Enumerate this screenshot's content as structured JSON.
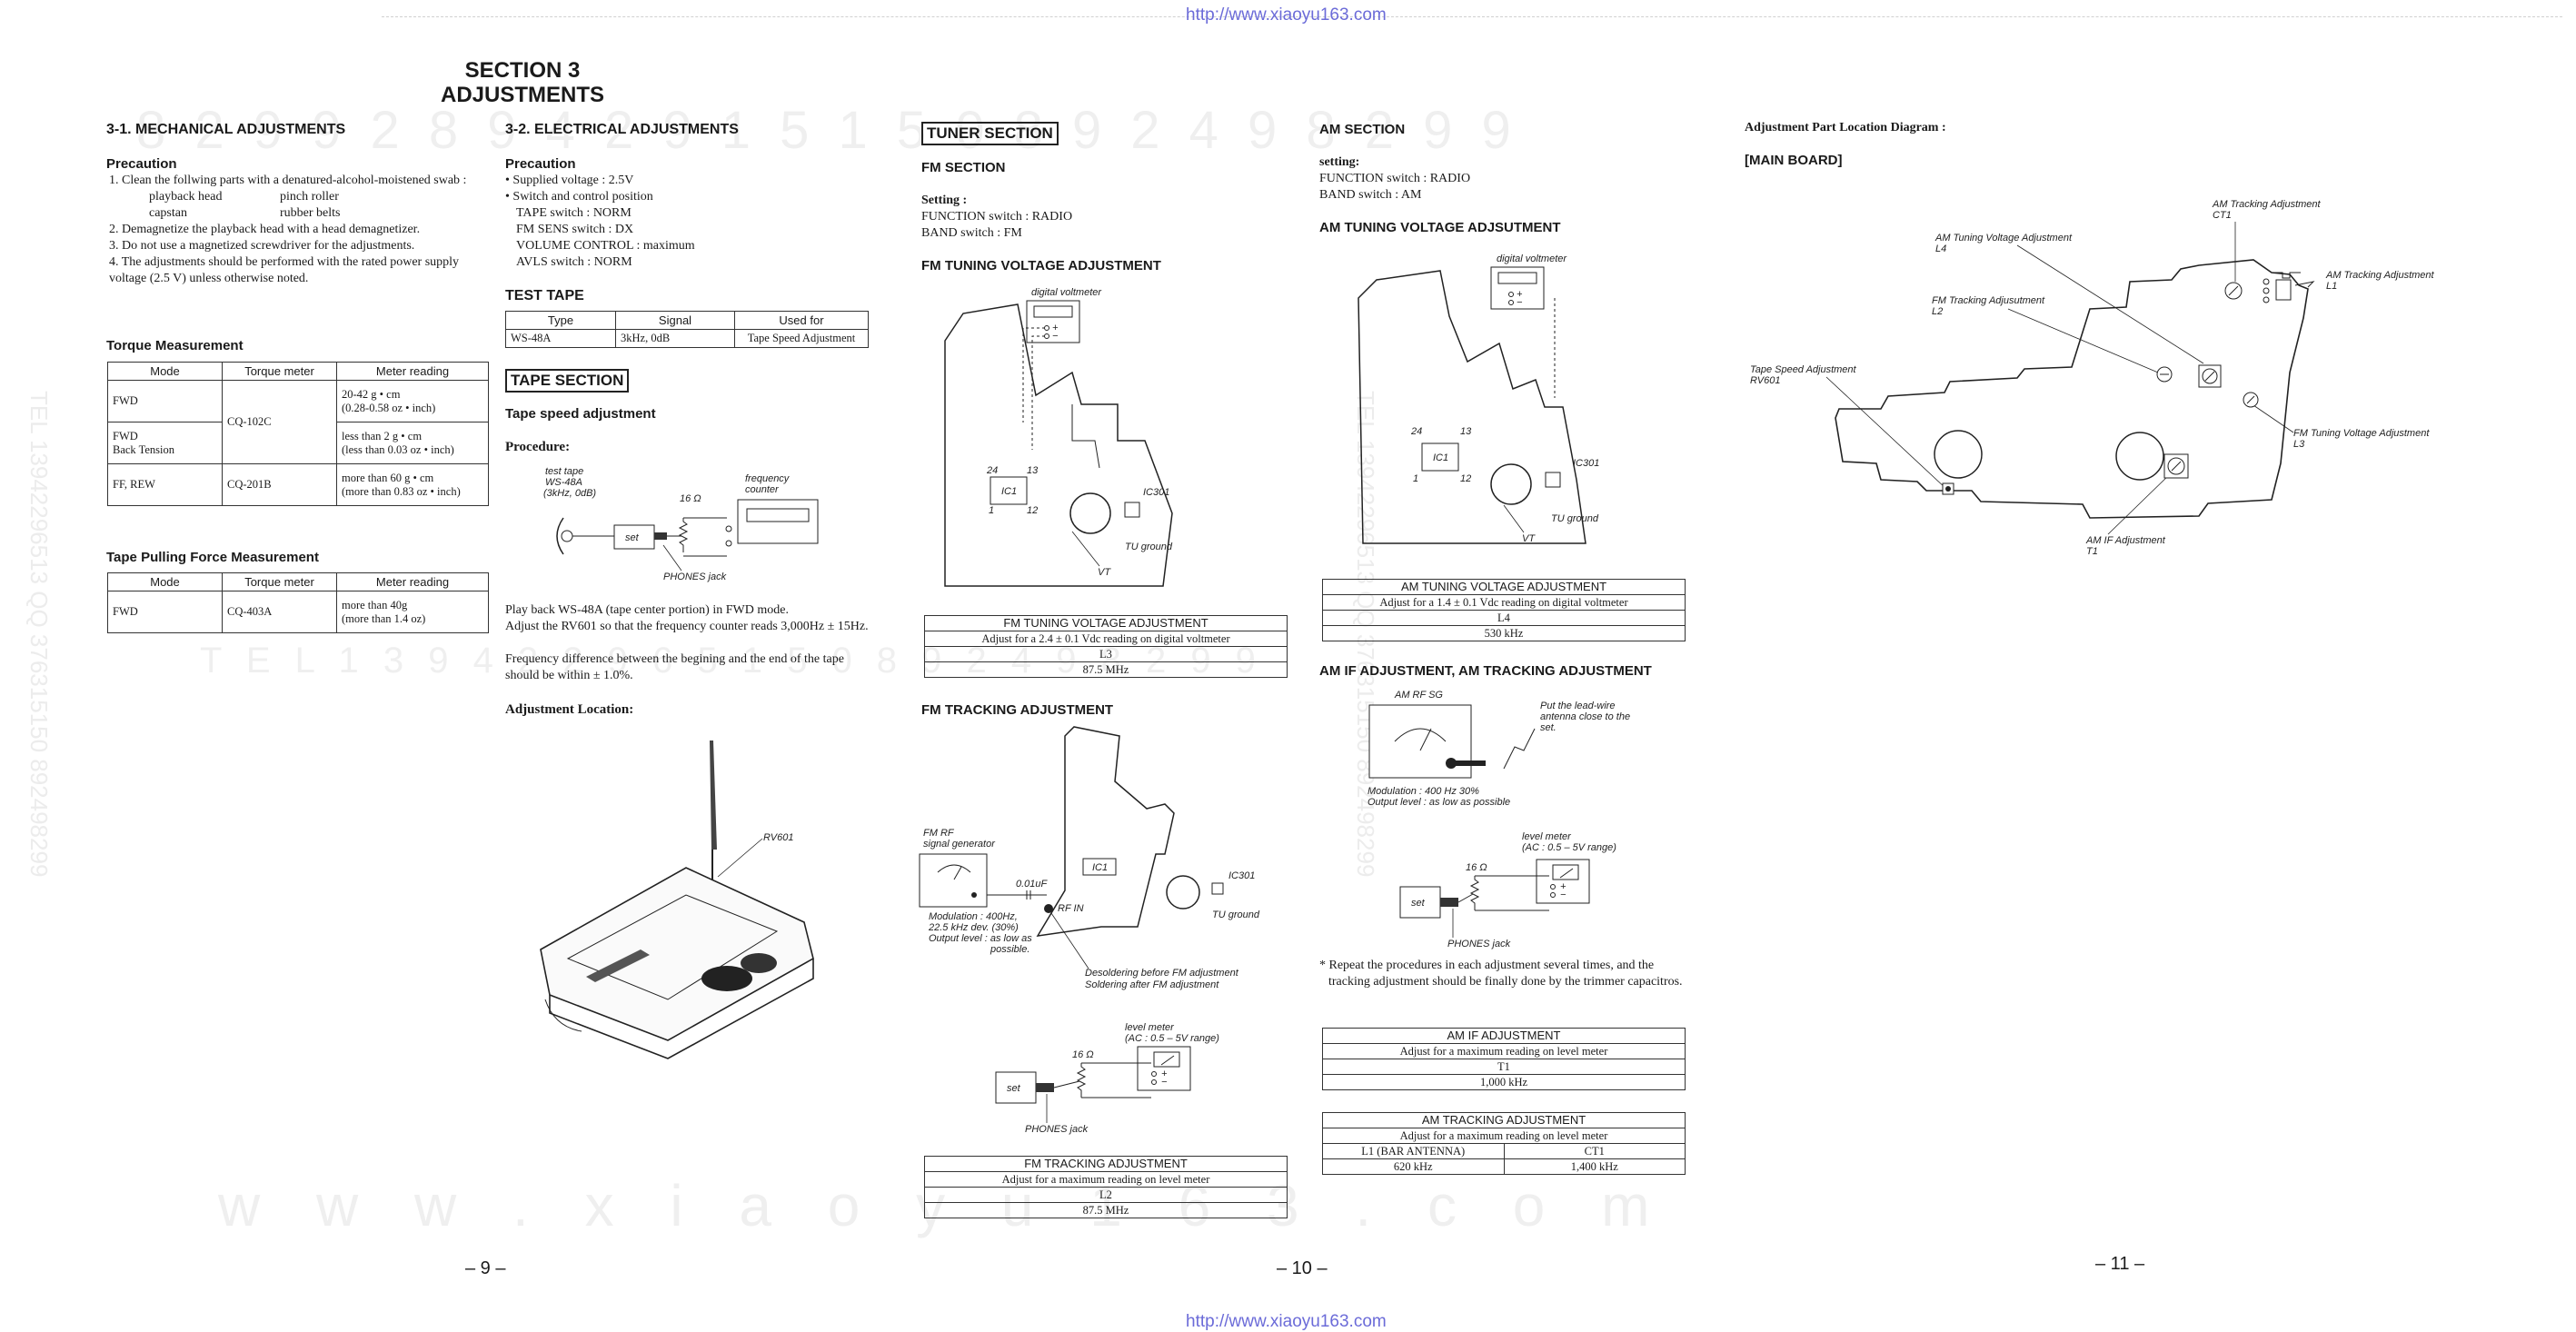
{
  "header": {
    "url_top": "http://www.xiaoyu163.com",
    "url_bottom": "http://www.xiaoyu163.com"
  },
  "watermark": {
    "row1": "8 2 9 9 2 8 9 4 2 9 1 5 1 5 0 8 9 2 4 9 8 2 9 9",
    "row2": "T E L 1 3 9 4 2 2 9 6 5 1 5 0 8 9 2 4 9 8 2 9 9",
    "row3": "w w w . x i a o y u 1 6 3 . c o m",
    "vertical": "TEL 13942296513 QQ 376315150 892498299"
  },
  "section": {
    "line1": "SECTION 3",
    "line2": "ADJUSTMENTS"
  },
  "mechanical": {
    "title": "3-1. MECHANICAL ADJUSTMENTS",
    "precaution_title": "Precaution",
    "items": [
      "1.  Clean the follwing parts with a denatured-alcohol-moistened swab :",
      "2.  Demagnetize the playback head with a head demagnetizer.",
      "3.  Do not use a magnetized screwdriver for the adjustments.",
      "4.  The adjustments should be performed with the rated power supply voltage (2.5 V) unless otherwise noted."
    ],
    "parts": {
      "a1": "playback head",
      "a2": "pinch roller",
      "b1": "capstan",
      "b2": "rubber belts"
    },
    "torque_title": "Torque Measurement",
    "torque_headers": [
      "Mode",
      "Torque meter",
      "Meter reading"
    ],
    "torque_rows": [
      {
        "mode": "FWD",
        "meter": "CQ-102C",
        "reading": "20-42 g • cm\n(0.28-0.58 oz • inch)"
      },
      {
        "mode": "FWD\nBack Tension",
        "meter": "",
        "reading": "less than 2 g • cm\n(less than 0.03 oz • inch)"
      },
      {
        "mode": "FF, REW",
        "meter": "CQ-201B",
        "reading": "more than 60 g • cm\n(more than 0.83 oz • inch)"
      }
    ],
    "pull_title": "Tape Pulling Force Measurement",
    "pull_headers": [
      "Mode",
      "Torque meter",
      "Meter reading"
    ],
    "pull_rows": [
      {
        "mode": "FWD",
        "meter": "CQ-403A",
        "reading": "more than 40g\n(more than 1.4 oz)"
      }
    ]
  },
  "electrical": {
    "title": "3-2. ELECTRICAL ADJUSTMENTS",
    "precaution_title": "Precaution",
    "items": [
      "• Supplied voltage : 2.5V",
      "• Switch and control position",
      "TAPE switch : NORM",
      "FM SENS switch : DX",
      "VOLUME CONTROL : maximum",
      "AVLS switch : NORM"
    ],
    "test_tape_title": "TEST TAPE",
    "test_tape_headers": [
      "Type",
      "Signal",
      "Used for"
    ],
    "test_tape_row": [
      "WS-48A",
      "3kHz, 0dB",
      "Tape Speed Adjustment"
    ],
    "tape_section": "TAPE SECTION",
    "tape_speed_title": "Tape speed adjustment",
    "procedure": "Procedure:",
    "diagram": {
      "test_tape": "test tape",
      "ws48a": "WS-48A",
      "khz": "(3kHz, 0dB)",
      "ohm": "16 Ω",
      "freq1": "frequency",
      "freq2": "counter",
      "set": "set",
      "phones": "PHONES jack"
    },
    "para1": "Play back WS-48A (tape center portion) in FWD mode.",
    "para2": "Adjust the RV601 so that the frequency counter reads 3,000Hz ± 15Hz.",
    "para3": "Frequency difference between the begining and the end of the tape should be within ± 1.0%.",
    "loc_title": "Adjustment Location:",
    "rv601": "RV601"
  },
  "tuner": {
    "section": "TUNER SECTION",
    "fm_title": "FM SECTION",
    "setting": "Setting :",
    "function": "FUNCTION switch : RADIO",
    "band": "BAND switch : FM",
    "fm_tv_title": "FM TUNING VOLTAGE ADJUSTMENT",
    "labels": {
      "dv": "digital voltmeter",
      "ic1": "IC1",
      "ic301": "IC301",
      "tug": "TU ground",
      "vt": "VT",
      "p24": "24",
      "p13": "13",
      "p1": "1",
      "p12": "12",
      "plus": "+",
      "minus": "−"
    },
    "fm_tv_table": [
      "FM TUNING VOLTAGE ADJUSTMENT",
      "Adjust for a 2.4 ± 0.1 Vdc reading on digital voltmeter",
      "L3",
      "87.5 MHz"
    ],
    "fm_tr_title": "FM TRACKING ADJUSTMENT",
    "fm_tr_labels": {
      "fmrf1": "FM RF",
      "fmrf2": "signal generator",
      "cap": "0.01uF",
      "rfin": "RF IN",
      "mod1": "Modulation : 400Hz,",
      "mod2": "22.5 kHz dev. (30%)",
      "mod3": "Output level : as low as",
      "mod4": "possible.",
      "desold1": "Desoldering before FM adjustment",
      "desold2": "Soldering after FM adjustment",
      "lm1": "level meter",
      "lm2": "(AC : 0.5 – 5V range)",
      "ohm": "16 Ω",
      "set": "set",
      "phones": "PHONES jack"
    },
    "fm_tr_table": [
      "FM TRACKING ADJUSTMENT",
      "Adjust for a maximum reading on level meter",
      "L2",
      "87.5 MHz"
    ]
  },
  "am": {
    "title": "AM SECTION",
    "setting": "setting:",
    "function": "FUNCTION switch : RADIO",
    "band": "BAND switch : AM",
    "tv_title": "AM TUNING VOLTAGE ADJSUTMENT",
    "tv_table": [
      "AM TUNING VOLTAGE ADJUSTMENT",
      "Adjust for a 1.4 ± 0.1 Vdc reading on digital voltmeter",
      "L4",
      "530 kHz"
    ],
    "if_title": "AM IF ADJUSTMENT, AM TRACKING ADJUSTMENT",
    "if_labels": {
      "amrf": "AM RF SG",
      "put1": "Put the lead-wire",
      "put2": "antenna close to the",
      "put3": "set.",
      "mod1": "Modulation : 400 Hz 30%",
      "mod2": "Output level : as low as possible",
      "lm1": "level meter",
      "lm2": "(AC : 0.5 – 5V range)",
      "ohm": "16 Ω",
      "set": "set",
      "phones": "PHONES jack"
    },
    "note": "* Repeat the procedures in each adjustment several times, and the tracking adjustment should be finally done by the trimmer capacitros.",
    "if_table": [
      "AM IF ADJUSTMENT",
      "Adjust for a maximum reading on level meter",
      "T1",
      "1,000 kHz"
    ],
    "tr_table": {
      "title": "AM TRACKING ADJUSTMENT",
      "desc": "Adjust for a maximum reading on level meter",
      "c1": "L1 (BAR ANTENNA)",
      "c2": "CT1",
      "v1": "620 kHz",
      "v2": "1,400 kHz"
    }
  },
  "location": {
    "title": "Adjustment Part Location Diagram :",
    "board": "[MAIN BOARD]",
    "labels": {
      "ct1a": "AM Tracking Adjustment",
      "ct1b": "CT1",
      "l4a": "AM Tuning Voltage Adjustment",
      "l4b": "L4",
      "l1a": "AM Tracking Adjustment",
      "l1b": "L1",
      "l2a": "FM Tracking Adjusutment",
      "l2b": "L2",
      "rv1": "Tape Speed Adjustment",
      "rv2": "RV601",
      "l3a": "FM Tuning Voltage Adjustment",
      "l3b": "L3",
      "t1a": "AM IF Adjustment",
      "t1b": "T1"
    }
  },
  "pages": {
    "p9": "– 9 –",
    "p10": "– 10 –",
    "p11": "– 11 –"
  }
}
